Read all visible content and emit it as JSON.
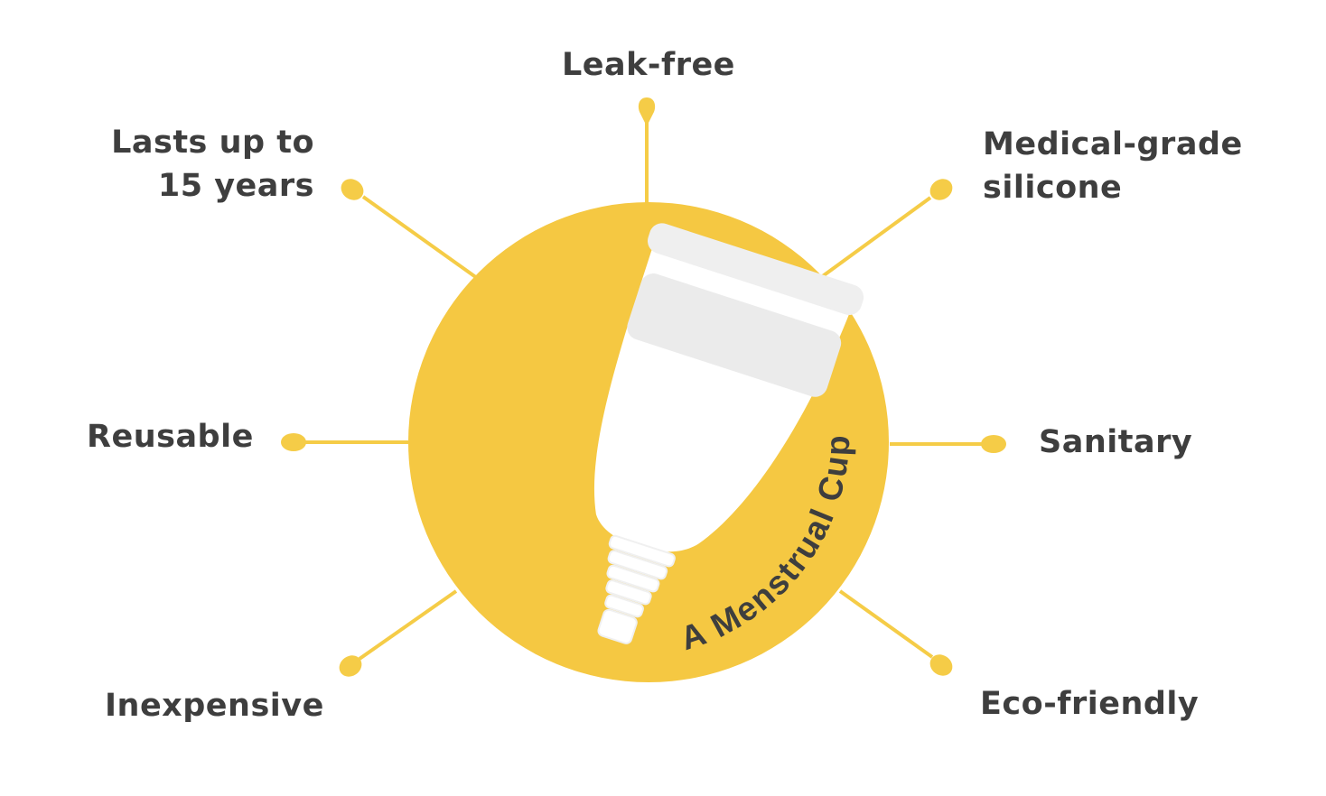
{
  "diagram": {
    "center_label": "A Menstrual Cup",
    "benefits": {
      "top": "Leak-free",
      "top_left_line1": "Lasts up to",
      "top_left_line2": "15 years",
      "top_right_line1": "Medical-grade",
      "top_right_line2": "silicone",
      "middle_left": "Reusable",
      "middle_right": "Sanitary",
      "bottom_left": "Inexpensive",
      "bottom_right": "Eco-friendly"
    },
    "colors": {
      "accent_yellow": "#f5c842",
      "ray_yellow": "#f5cc47",
      "cup_fill": "#ffffff",
      "cup_band": "#eeeeee",
      "text_dark": "#3e3e3e"
    }
  }
}
